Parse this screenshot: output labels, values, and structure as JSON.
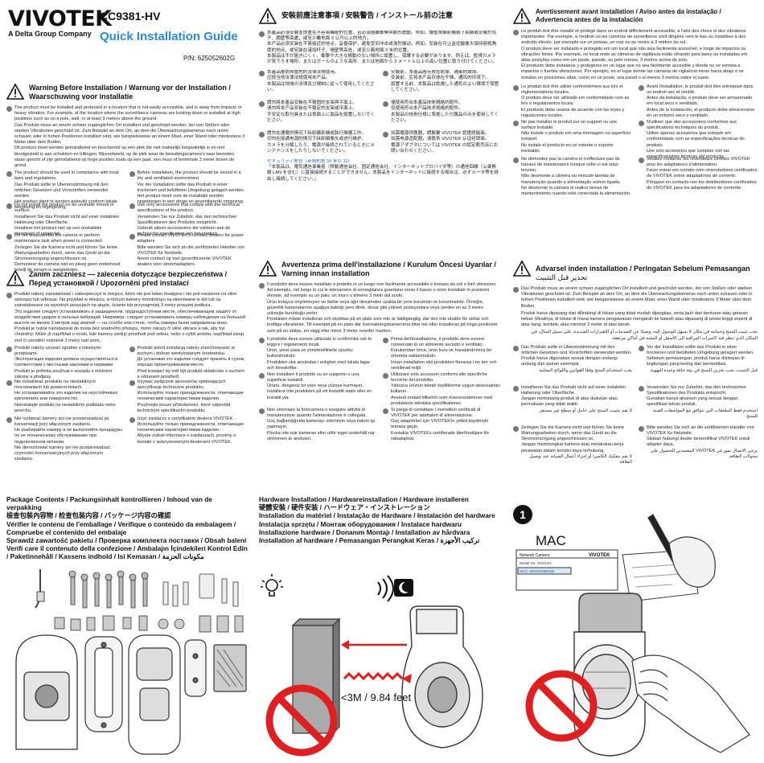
{
  "header": {
    "brand": "VIVOTEK",
    "brand_sub": "A Delta Group Company",
    "model": "CC9381-HV",
    "guide_title": "Quick Installation Guide",
    "pn": "P/N: 625052602G"
  },
  "s1": {
    "title": "Warning Before Installation / Warnung vor der Installation / Waarschuwing voor installatie",
    "intro": [
      "The product must be installed and protected in a location that is not easily accessible, and is away from impacts or heavy vibration. For example, at the location where the surveillance cameras are looking down or installed at high positions such as on a pole, wall, or at least 3 meters above the ground.",
      "Das Produkt muss an einem schwer zugänglichen Ort installiert und geschützt werden, der von Stößen oder starken Vibrationen geschützt ist. Zum Beispiel an dem Ort, an dem die Überwachungskameras nach unten schauen oder in hohen Positionen installiert sind, wie beispielsweise an einem Mast, einer Wand oder mindestens 3 Meter über dem Boden.",
      "Dit product moet worden geïnstalleerd en beschermd op een plek die niet makkelijk toegankelijk is en niet blootgesteld is aan schokken en trillingen. Bijvoorbeeld, op de plek waar de bewakingscamera's naar beneden staan gericht of zijn geïnstalleerd op hoge posities zoals op een paal, een muur of tenminste 3 meter boven de grond."
    ],
    "left": [
      [
        "The product should be used in compliance with local laws and regulations.",
        "Das Produkt sollte in Übereinstimmung mit den örtlichen Gesetzen und Vorschriften verwendet werden.",
        "Het product dient te worden gebruikt conform lokale wetgeving en regelgeving."
      ],
      [
        "Do not install the product on an unstable mount or surface.",
        "Installieren Sie das Produkt nicht auf einer instabilen Halterung oder Oberfläche.",
        "Installeer het product niet op een onstabiele standaard of oppervlak."
      ],
      [
        "Do not disassemble the camera or perform maintenance task when power is connected.",
        "Zerlegen Sie die Kamera nicht und führen Sie keine Wartungsarbeiten durch, wenn das Gerät an die Stromversorgung angeschlossen ist.",
        "Demonteer de camera niet en pleeg geen onderhoud terwijl de stroom is aangesloten."
      ]
    ],
    "right": [
      [
        "Before installation, the product should be stored in a dry and ventilated environment.",
        "Vor der Installation sollte das Produkt in einer trockenen und belüfteten Umgebung gelagert werden.",
        "Het product moet voor de installatie worden opgeborgen in een droge en geventileerde omgeving."
      ],
      [
        "Use only accessories that comply with the technical specifications of the product.",
        "Verwenden Sie nur Zubehör, das den technischen Spezifikationen des Produkts entspricht.",
        "Gebruik alleen accessoires die voldoen aan de technische specificaties van het product."
      ],
      [
        "Please contact VIVOTEK's certified dealers for power adapters.",
        "Bitte wenden Sie sich an die zertifizierten Händler von VIVOTEK für Netzteile.",
        "Neem contact op met gecertificeerde VIVOTEK dealers voor stroomadapters."
      ]
    ]
  },
  "s2": {
    "title": "Zanim zaczniesz — zalecenia dotyczące bezpieczeństwa / Перед установкой / Upozornění před instalací",
    "intro": [
      "Produkt należy zainstalować i zabezpieczyć w miejscu, które nie jest łatwo dostępne i nie jest narażone na silne wstrząsy lub wibracje. Na przykład w miejscu, w którym kamery monitoringu są skierowane w dół lub są zainstalowane na wysokich pozycjach na słupie, ścianie lub przynajmniej 3 metry powyżej podłoża.",
      "Это изделие следует устанавливать в защищенном, труднодоступном месте, обеспечивающем защиту от воздействия ударов и сильных вибраций. Например, следует устанавливать камеры наблюдения на большой высоте не менее 3 метров над землей — на столбе или стене, чтобы камеры были направлены вниз.",
      "Produkt je nutné nainstalovat do místa bez snadného přístupu, mimo nárazy či silné vibrace a tak, aby byl chráněný. Může jít například o místo, kde kamery sledují prostředí pod sebou, nebo o vyšší polohu, například sloup, zeď či umístění nejméně 3 metry nad zemí."
    ],
    "left": [
      [
        "Produkt należy używać zgodnie z lokalnymi przepisami.",
        "Эксплуатация изделия должна осуществляться в соответствии с местными законами и нормами.",
        "Produkt je potřeba používat v souladu s místními zákony a předpisy."
      ],
      [
        "Nie instalować produktu na niestabilnych mocowaniach lub powierzchniach.",
        "Не устанавливайте это изделие на неустойчивых креплениях или поверхностях.",
        "Neinstalujte produkt na nestabilním podkladu nebo povrchu."
      ],
      [
        "Nie rozbierać kamery ani nie przeprowadzać jej konserwacji przy włączonym zasilaniu.",
        "Не разбирайте камеру и не выполняйте процедуры по ее техническому обслуживанию при подключенном питании.",
        "Nie demontować kamery ani nie przeprowadzać czynności konserwacyjnych przy włączonym zasilaniu."
      ]
    ],
    "right": [
      [
        "Produkt przed instalacją należy przechowywać w suchym i dobrze wentylowanym środowisku.",
        "До установки это изделие следует хранить в сухом, хорошо проветриваемом месте.",
        "Před instalací by měl být produkt skladován v suchém a větraném prostředí."
      ],
      [
        "Używać wyłącznie akcesoriów spełniających specyfikacje techniczne produktu.",
        "Используйте только принадлежности, отвечающие техническим характеристикам изделия.",
        "Používejte pouze příslušenství, které odpovídá technickým specifikacím produktu."
      ],
      [
        "Użyć zasilaczy z certyfikatem dealera VIVOTEK.",
        "Используйте только принадлежности, отвечающие техническим характеристикам изделия.",
        "Abyste získali informace o zasilaczach, prosimy o kontakt z autoryzowanymi dealerami VIVOTEK."
      ]
    ]
  },
  "s3": {
    "title": "安裝前應注意事項 / 安裝警告 / インストール前の注意",
    "intro": [
      "本產品必須安裝並放置在不容易觸碰的位置，且必須遠離衝擊與劇烈震動。例如，讓監視攝影機朝下拍攝或安裝於柱子、牆壁等高處，或至少離地面 3 公尺以上的地方。",
      "本产品必须安装在不易接近的地点，妥善保护，避免受到冲击或强烈振动。例如，安装在可让监控摄像头保持俯视角度的地点，或安装在诸如杆子、墙壁等高处，或至少离地面 3 米的位置。",
      "本製品は手が届きにくく、衝撃や大きな振動のない場所に設置し、保護する必要があります。例えば、監視カメラが見下ろす場所、またはポールのような高所、または地面から 3 メートル以上の高い位置に取り付けてください。"
    ],
    "left": [
      [
        "本產品應依照當地的法律法規使用。",
        "应按当地法律法规使用本产品。",
        "本製品は地域の法律及び規制に従って使用してください。"
      ],
      [
        "請勿將本產品安裝在不穩固的支架與平面上。",
        "请勿将本产品安装在不稳定的支架或平面上。",
        "不安定な取付具または表面上に製品を設置しないでください。"
      ],
      [
        "請勿在通電的情況下拆卸攝影機或執行維護工作。",
        "切勿在接通电源的情况下拆卸摄像头或进行维护。",
        "カメラを分解したり、電源が接続されているときにメンテナンスをしたりしないでください。"
      ]
    ],
    "right": [
      [
        "安裝前，本產品應存放在乾燥、通風的環境。",
        "安装前，应将本产品存放在干燥、通风的环境下。",
        "設置する前、本製品は乾燥した通気のよい環境で保管してください。"
      ],
      [
        "僅使用符合本產品技術規格的配件。",
        "仅使用符合本产品技术规格的配件。",
        "本製品の技術仕様に準拠した付属品のみを使用してください。"
      ],
      [
        "如需電源供應器，請聯繫 VIVOTEK 認證經銷商。",
        "如需电源适配器，请联系 VIVOTEK 认证经销商。",
        "電源アダプタについては VIVOTEK の認定販売店にお問い合わせください。"
      ]
    ],
    "footer_label": "セキュリティ警告（新規則第 34 条の 10）",
    "footer": "「本製品は、電気通信事業者（移動通信会社、固定通信会社、インターネットプロバイダ等）の通信回線（公衆無線 LAN を含む）に直接接続することができません。本製品をインターネットに接続する場合は、必ずルータ等を経由し接続してください。」"
  },
  "s4": {
    "title": "Avvertenza prima dell'installazione / Kurulum Öncesi Uyarılar / Varning innan installation",
    "intro": [
      "Il prodotto deve essere installato e protetto in un luogo non facilmente accessibile e lontano da urti o forti vibrazioni. Ad esempio, nel luogo in cui le telecamere di sorveglianza guardano verso il basso o sono installate in posizioni elevate, ad esempio su un palo, un muro o almeno 3 metri dal suolo.",
      "Ürün kolayca erişilemeyen ve darbe veya ağır titreşimden uzakta bir yere kurulmalı ve korunmalıdır. Örneğin, güvenlik kameralarının aşağıya baktığı yere direk, duvar gibi yüksek pozisyonlara veya yerden en az 3 metre yükseğe kurulduğu yerler.",
      "Produkten måste installeras och skyddas på en plats som inte är lättillgänglig, där den inte utsätts för stötar och kraftiga vibrationer. Till exempel på en plats där övervakningskamerorna tittar ner eller installeras på höga positioner som på en stolpe, en vägg eller minst 3 meter ovanför marken."
    ],
    "left": [
      [
        "Il prodotto deve essere utilizzato in conformità con le leggi e i regolamenti locali.",
        "Ürün, yerel yasa ve yönetmeliklerle uyumlu kullanılmalıdır.",
        "Produkten ska användas i enlighet med lokala lagar och föreskrifter."
      ],
      [
        "Non installare il prodotto su un supporto o una superficie instabili.",
        "Ürünü, dengesiz bir yere veya yüzeye kurmayın.",
        "Installera inte produkten på ett instabilt stativ eller en instabil yta."
      ],
      [
        "Non smontare la fotocamera o eseguire attività di manutenzione quando l'alimentazione è collegata.",
        "Güç bağlandığında kamerayı sökmeyin veya bakım işi yapmayın.",
        "Plocka inte isär kameran eller utför inget underhåll när strömmen är ansluten."
      ]
    ],
    "right": [
      [
        "Prima dell'installazione, il prodotto deve essere conservato in un ambiente asciutto e ventilato.",
        "Kurulumdan önce, ürün kuru ve havalandırılmış bir ortamda saklanmalıdır.",
        "Innan installation ska produkten förvaras i en torr och ventilerad miljö."
      ],
      [
        "Utilizzare solo accessori conformi alle specifiche tecniche del prodotto.",
        "Yalnızca ürünün teknik özelliklerine uygun aksesuarları kullanın.",
        "Använd endast tillbehör som överensstämmer med produktens tekniska specifikationer."
      ],
      [
        "Si prega di contattare i rivenditori certificati di VIVOTEK per adattatori di alimentazione.",
        "Güç adaptörleri için VIVOTEK'in yetkili bayileriyle temasa geçin.",
        "Kontakta VIVOTEKs certifierade återförsäljare för nätadaptrar."
      ]
    ]
  },
  "s5": {
    "title": "Advarsel inden installation / Peringatan Sebelum Pemasangan",
    "title_ar": "تحذير قبل التثبيت",
    "intro": [
      "Das Produkt muss an einem schwer zugänglichen Ort installiert und geschützt werden, der von Stößen oder starken Vibrationen geschützt ist. Zum Beispiel an dem Ort, an dem die Überwachungskameras nach unten schauen oder in hohen Positionen installiert sind, wie beispielsweise an einem Mast, einer Wand oder mindestens 3 Meter über dem Boden.",
      "Produk harus dipasang dan dilindungi di lokasi yang tidak mudah dijangkau, serta jauh dari benturan atau getaran hebat. Misalnya, di lokasi di mana kamera pengawasan mengarah ke bawah atau dipasang di posisi tinggi seperti di atas tiang, tembok, atau minimal 3 meter di atas tanah.",
      "يجب تثبيت المنتج وحمايته في مكان لا يسهل الوصول إليه، وبعيدًا عن الصدمات أو الاهتزازات الشديدة. على سبيل المثال، في المكان الذي تنظر فيه كاميرات المراقبة إلى الأسفل أو المثبتة في أماكن مرتفعة."
    ],
    "left": [
      [
        "Das Produkt sollte in Übereinstimmung mit den örtlichen Gesetzen und Vorschriften verwendet werden.",
        "Produk harus digunakan sesuai dengan undang-undang dan aturan setempat.",
        "يجب استخدام المنتج وفقًا للقوانين واللوائح المحلية."
      ],
      [
        "Installieren Sie das Produkt nicht auf einer instabilen Halterung oder Oberfläche.",
        "Jangan memasang produk di atas dudukan atau permukaan yang tidak stabil.",
        "لا تقم بتثبيت المنتج على حامل أو سطح غير مستقر."
      ],
      [
        "Zerlegen Sie die Kamera nicht und führen Sie keine Wartungsarbeiten durch, wenn das Gerät an die Stromversorgung angeschlossen ist.",
        "Jangan membongkar kamera atau melakukan kerja perawatan dalam kondisi daya terhubung.",
        "لا تقم بتفكيك الكاميرا أو إجراء أعمال الصيانة عند توصيل الطاقة."
      ]
    ],
    "right": [
      [
        "Vor der Installation sollte das Produkt in einer trockenen und belüfteten Umgebung gelagert werden.",
        "Sebelum pemasangan, produk harus disimpan di lingkungan yang kering dan berventilasi.",
        "قبل التثبيت، يجب تخزين المنتج في بيئة جافة وجيدة التهوية."
      ],
      [
        "Verwenden Sie nur Zubehör, das den technischen Spezifikationen des Produkts entspricht.",
        "Gunakan hanya aksesori yang sesuai dengan spesifikasi teknis produk.",
        "استخدم فقط الملحقات التي تتوافق مع المواصفات الفنية للمنتج."
      ],
      [
        "Bitte wenden Sie sich an die zertifizierten Händler von VIVOTEK für Netzteile.",
        "Silakan hubungi dealer bersertifikat VIVOTEK untuk adapter daya.",
        "يرجى الاتصال بموزعي VIVOTEK المعتمدين للحصول على محولات الطاقة."
      ]
    ]
  },
  "pkg": {
    "lines": [
      "Package Contents / Packungsinhalt kontrollieren / Inhoud van de verpakking",
      "檢查包裝內容物 / 检查包装内容 / パッケージ内容の確認",
      "Vérifier le contenu de l'emballage / Verifique o conteúdo da embalagem / Compruebe el contenido del embalaje",
      "Sprawdź zawartość pakietu / Проверка комплекта поставки / Obsah balení",
      "Verifi care il contenuto della confezione / Ambalajın İçindekileri Kontrol Edin / Paketinnehåll / Kassens indhold / Isi Kemasan / مكونات الحزمة"
    ]
  },
  "hw": {
    "lines": [
      "Hardware Installation / Hardwareinstallation / Hardware installeren",
      "硬體安裝 / 硬件安装 / ハードウェア・インストレーション",
      "Installation du matériel / Instalação de Hardware / Instalación del hardware",
      "Instalacja sprzętu / Монтаж оборудования / Instalace hardwaru",
      "Installazione hardware / Donanım Montajı / Installation av hårdvara",
      "Installation af hardware / Pemasangan Perangkat Keras / تركيب الأجهزة"
    ],
    "distance": "<3M / 9.84 feet"
  },
  "step1": {
    "number": "1",
    "mac_label": "MAC",
    "label_title": "Network Camera",
    "label_brand": "VIVOTEK",
    "label_model": "Model No: XXXXXX",
    "label_mac": "MAC: 0002D1000156"
  }
}
